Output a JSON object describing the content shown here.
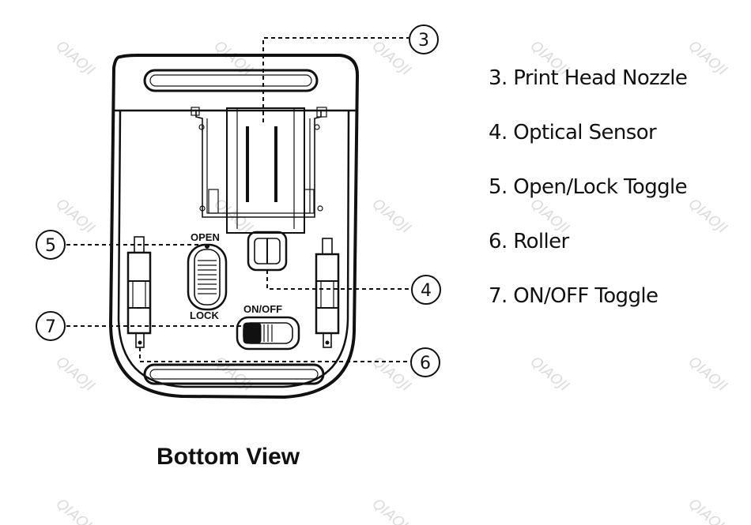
{
  "diagram": {
    "caption": "Bottom View",
    "legend": [
      {
        "number": "3",
        "text": "3. Print Head Nozzle"
      },
      {
        "number": "4",
        "text": "4. Optical Sensor"
      },
      {
        "number": "5",
        "text": "5. Open/Lock Toggle"
      },
      {
        "number": "6",
        "text": "6. Roller"
      },
      {
        "number": "7",
        "text": "7. ON/OFF Toggle"
      }
    ],
    "callouts": {
      "c3": "3",
      "c4": "4",
      "c5": "5",
      "c6": "6",
      "c7": "7"
    },
    "device_labels": {
      "open": "OPEN",
      "lock": "LOCK",
      "on_off": "ON/OFF"
    },
    "watermark_text": "QIAOJI",
    "colors": {
      "line": "#111111",
      "background": "#ffffff"
    }
  }
}
